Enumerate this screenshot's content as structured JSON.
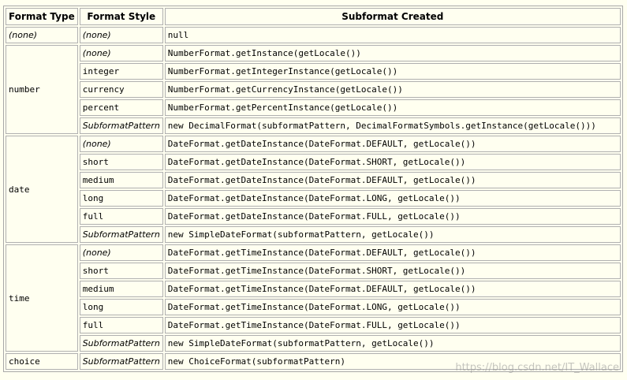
{
  "headers": [
    "Format Type",
    "Format Style",
    "Subformat Created"
  ],
  "groups": [
    {
      "type": "(none)",
      "type_italic": true,
      "rows": [
        {
          "style": "(none)",
          "italic": true,
          "code": "null"
        }
      ]
    },
    {
      "type": "number",
      "type_italic": false,
      "rows": [
        {
          "style": "(none)",
          "italic": true,
          "code": "NumberFormat.getInstance(getLocale())"
        },
        {
          "style": "integer",
          "italic": false,
          "code": "NumberFormat.getIntegerInstance(getLocale())"
        },
        {
          "style": "currency",
          "italic": false,
          "code": "NumberFormat.getCurrencyInstance(getLocale())"
        },
        {
          "style": "percent",
          "italic": false,
          "code": "NumberFormat.getPercentInstance(getLocale())"
        },
        {
          "style": "SubformatPattern",
          "italic": true,
          "code": "new DecimalFormat(subformatPattern, DecimalFormatSymbols.getInstance(getLocale()))"
        }
      ]
    },
    {
      "type": "date",
      "type_italic": false,
      "rows": [
        {
          "style": "(none)",
          "italic": true,
          "code": "DateFormat.getDateInstance(DateFormat.DEFAULT, getLocale())"
        },
        {
          "style": "short",
          "italic": false,
          "code": "DateFormat.getDateInstance(DateFormat.SHORT, getLocale())"
        },
        {
          "style": "medium",
          "italic": false,
          "code": "DateFormat.getDateInstance(DateFormat.DEFAULT, getLocale())"
        },
        {
          "style": "long",
          "italic": false,
          "code": "DateFormat.getDateInstance(DateFormat.LONG, getLocale())"
        },
        {
          "style": "full",
          "italic": false,
          "code": "DateFormat.getDateInstance(DateFormat.FULL, getLocale())"
        },
        {
          "style": "SubformatPattern",
          "italic": true,
          "code": "new SimpleDateFormat(subformatPattern, getLocale())"
        }
      ]
    },
    {
      "type": "time",
      "type_italic": false,
      "rows": [
        {
          "style": "(none)",
          "italic": true,
          "code": "DateFormat.getTimeInstance(DateFormat.DEFAULT, getLocale())"
        },
        {
          "style": "short",
          "italic": false,
          "code": "DateFormat.getTimeInstance(DateFormat.SHORT, getLocale())"
        },
        {
          "style": "medium",
          "italic": false,
          "code": "DateFormat.getTimeInstance(DateFormat.DEFAULT, getLocale())"
        },
        {
          "style": "long",
          "italic": false,
          "code": "DateFormat.getTimeInstance(DateFormat.LONG, getLocale())"
        },
        {
          "style": "full",
          "italic": false,
          "code": "DateFormat.getTimeInstance(DateFormat.FULL, getLocale())"
        },
        {
          "style": "SubformatPattern",
          "italic": true,
          "code": "new SimpleDateFormat(subformatPattern, getLocale())"
        }
      ]
    },
    {
      "type": "choice",
      "type_italic": false,
      "rows": [
        {
          "style": "SubformatPattern",
          "italic": true,
          "code": "new ChoiceFormat(subformatPattern)"
        }
      ]
    }
  ],
  "watermark": "https://blog.csdn.net/IT_Wallace"
}
